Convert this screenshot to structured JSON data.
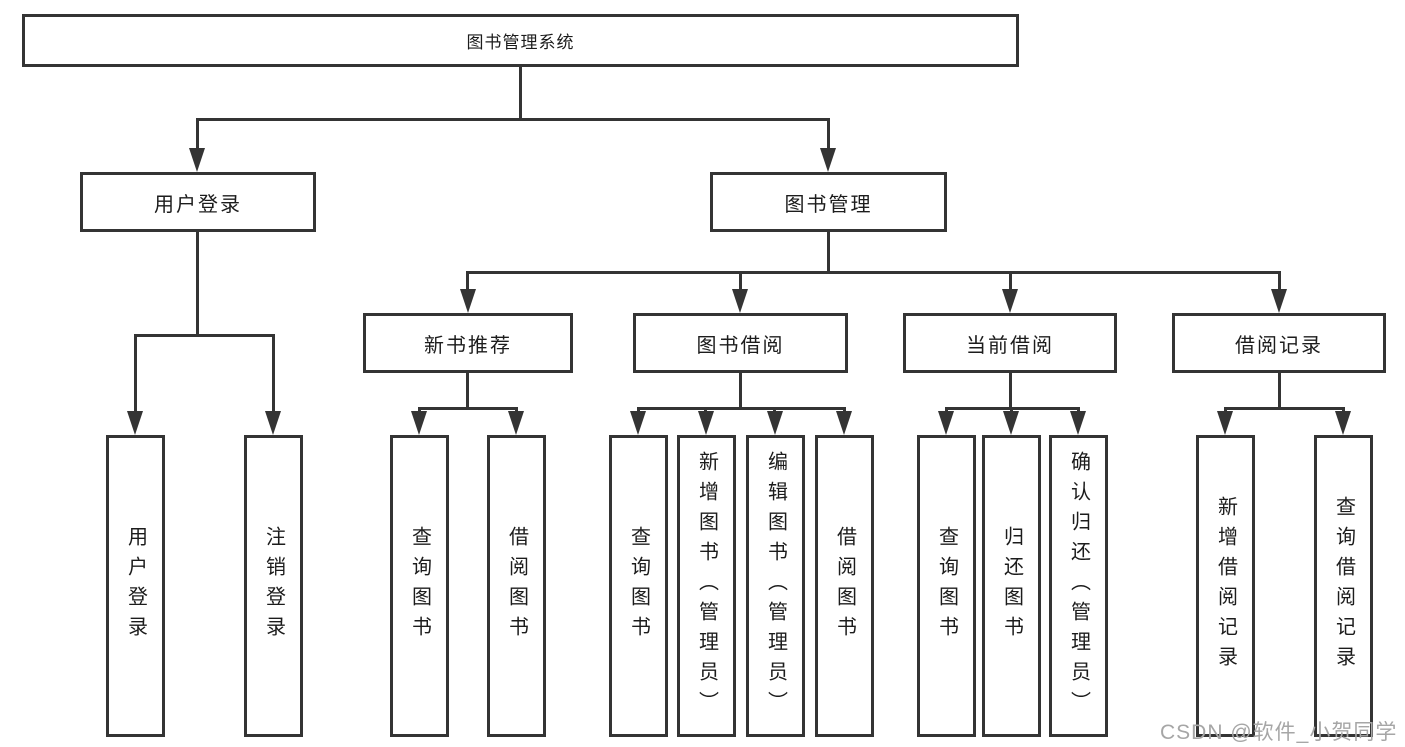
{
  "diagram": {
    "tree": {
      "label": "图书管理系统",
      "children": [
        {
          "label": "用户登录",
          "children": [
            {
              "label": "用户登录"
            },
            {
              "label": "注销登录"
            }
          ]
        },
        {
          "label": "图书管理",
          "children": [
            {
              "label": "新书推荐",
              "children": [
                {
                  "label": "查询图书"
                },
                {
                  "label": "借阅图书"
                }
              ]
            },
            {
              "label": "图书借阅",
              "children": [
                {
                  "label": "查询图书"
                },
                {
                  "label": "新增图书（管理员）"
                },
                {
                  "label": "编辑图书（管理员）"
                },
                {
                  "label": "借阅图书"
                }
              ]
            },
            {
              "label": "当前借阅",
              "children": [
                {
                  "label": "查询图书"
                },
                {
                  "label": "归还图书"
                },
                {
                  "label": "确认归还（管理员）"
                }
              ]
            },
            {
              "label": "借阅记录",
              "children": [
                {
                  "label": "新增借阅记录"
                },
                {
                  "label": "查询借阅记录"
                }
              ]
            }
          ]
        }
      ]
    }
  },
  "watermark": {
    "text": "CSDN @软件_小贺同学"
  },
  "colors": {
    "line": "#343434",
    "text": "#1c1c1c",
    "watermark": "#a6a6a6",
    "background": "#ffffff"
  }
}
